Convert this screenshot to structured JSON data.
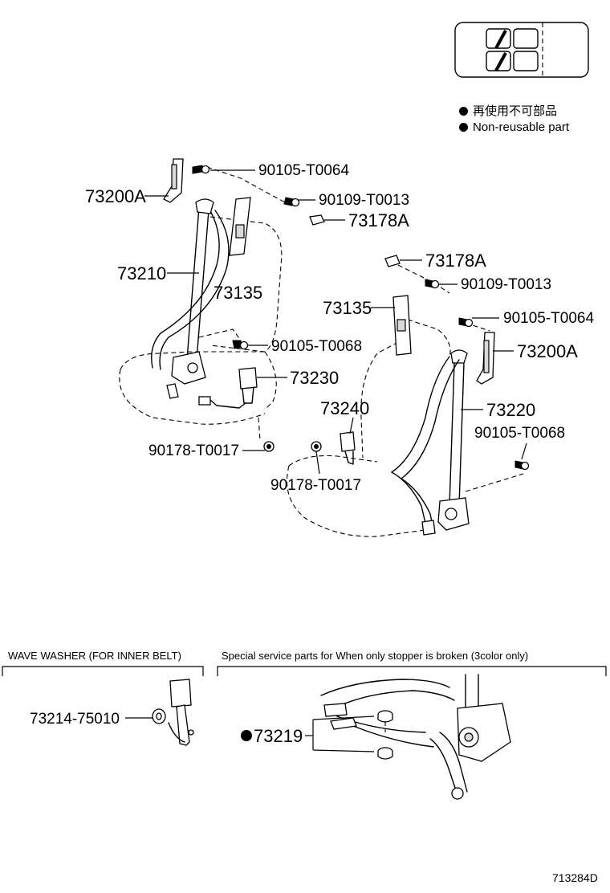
{
  "legend": {
    "jp": "再使用不可部品",
    "en": "Non-reusable part"
  },
  "parts_left": {
    "p90105_top": "90105-T0064",
    "p73200A": "73200A",
    "p90109": "90109-T0013",
    "p73178A": "73178A",
    "p73210": "73210",
    "p73135": "73135",
    "p90105_mid": "90105-T0068",
    "p73230": "73230",
    "p90178": "90178-T0017"
  },
  "parts_right": {
    "p73178A": "73178A",
    "p90109": "90109-T0013",
    "p73135": "73135",
    "p90105_top": "90105-T0064",
    "p73200A": "73200A",
    "p73240": "73240",
    "p73220": "73220",
    "p90105_low": "90105-T0068",
    "p90178": "90178-T0017"
  },
  "section_washer": {
    "header": "WAVE WASHER (FOR INNER BELT)",
    "part": "73214-75010"
  },
  "section_stopper": {
    "header": "Special service parts for When only stopper is broken (3color only)",
    "part": "73219"
  },
  "drawing_id": "713284D"
}
